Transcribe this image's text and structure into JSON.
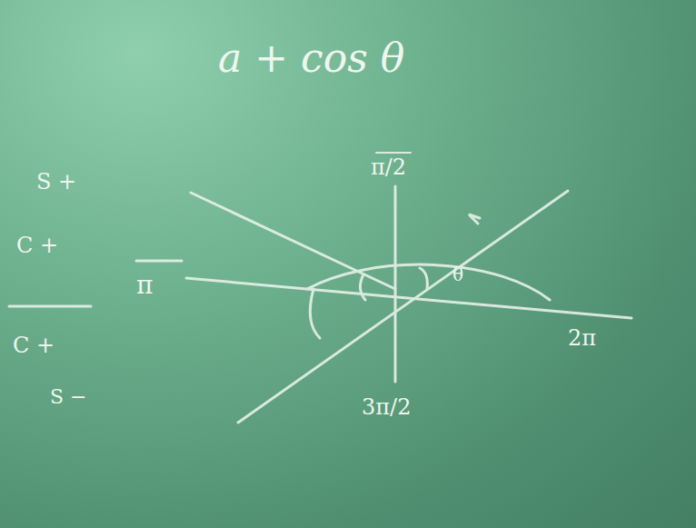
{
  "diagram": {
    "title": "a + cos θ",
    "labels": [
      "S +",
      "C +",
      "C +",
      "S −",
      "π/2",
      "π",
      "2π",
      "3π/2",
      "θ"
    ]
  }
}
